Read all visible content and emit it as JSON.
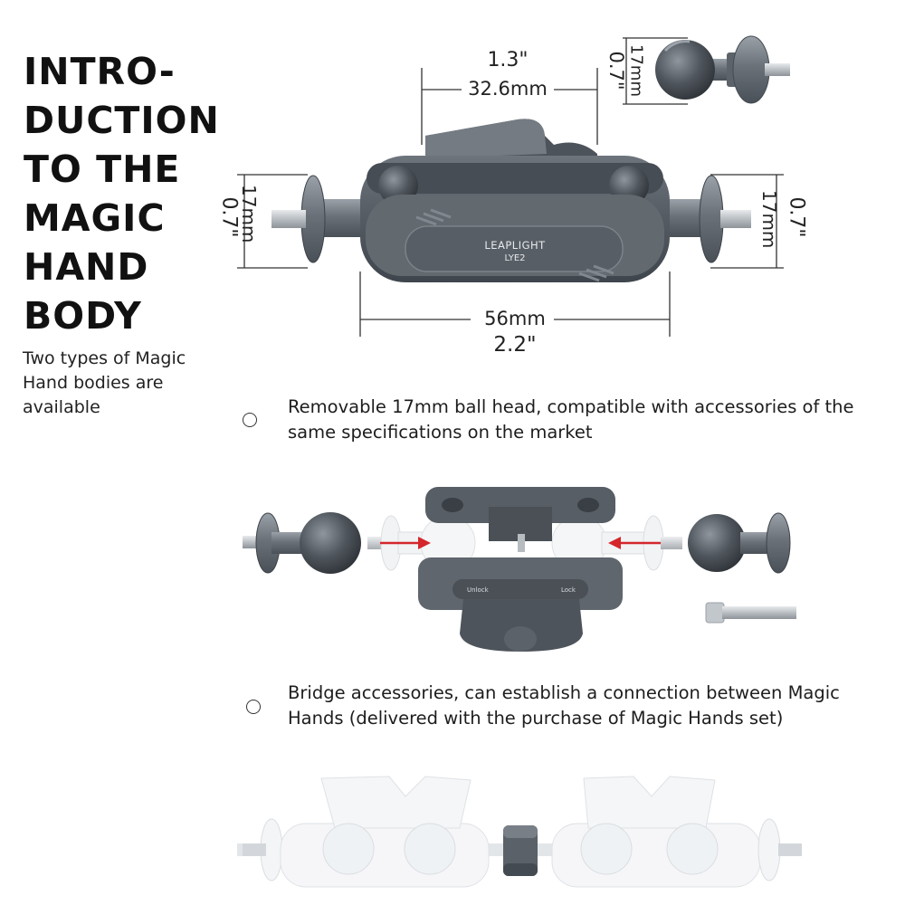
{
  "title_lines": [
    "INTRO-",
    "DUCTION",
    "TO THE",
    "MAGIC",
    "HAND",
    "BODY"
  ],
  "subtitle": "Two types of Magic Hand bodies are available",
  "dimensions": {
    "top_in": "1.3\"",
    "top_mm": "32.6mm",
    "ball_mm": "17mm",
    "ball_in": "0.7\"",
    "left_mm": "17mm",
    "left_in": "0.7\"",
    "right_mm": "17mm",
    "right_in": "0.7\"",
    "bottom_mm": "56mm",
    "bottom_in": "2.2\""
  },
  "product": {
    "brand": "LEAPLIGHT",
    "model": "LYE2",
    "unlock_label": "Unlock",
    "lock_label": "Lock"
  },
  "features": [
    {
      "text": "Removable 17mm ball head, compatible with accessories of the same specifications on the market"
    },
    {
      "text": "Bridge accessories, can establish a connection between Magic Hands (delivered with the purchase of Magic Hands set)"
    }
  ],
  "colors": {
    "metal": "#5d646c",
    "metal_dark": "#3e444b",
    "metal_light": "#8a929a",
    "arrow": "#d4262b",
    "ghost": "#e9ecef"
  }
}
